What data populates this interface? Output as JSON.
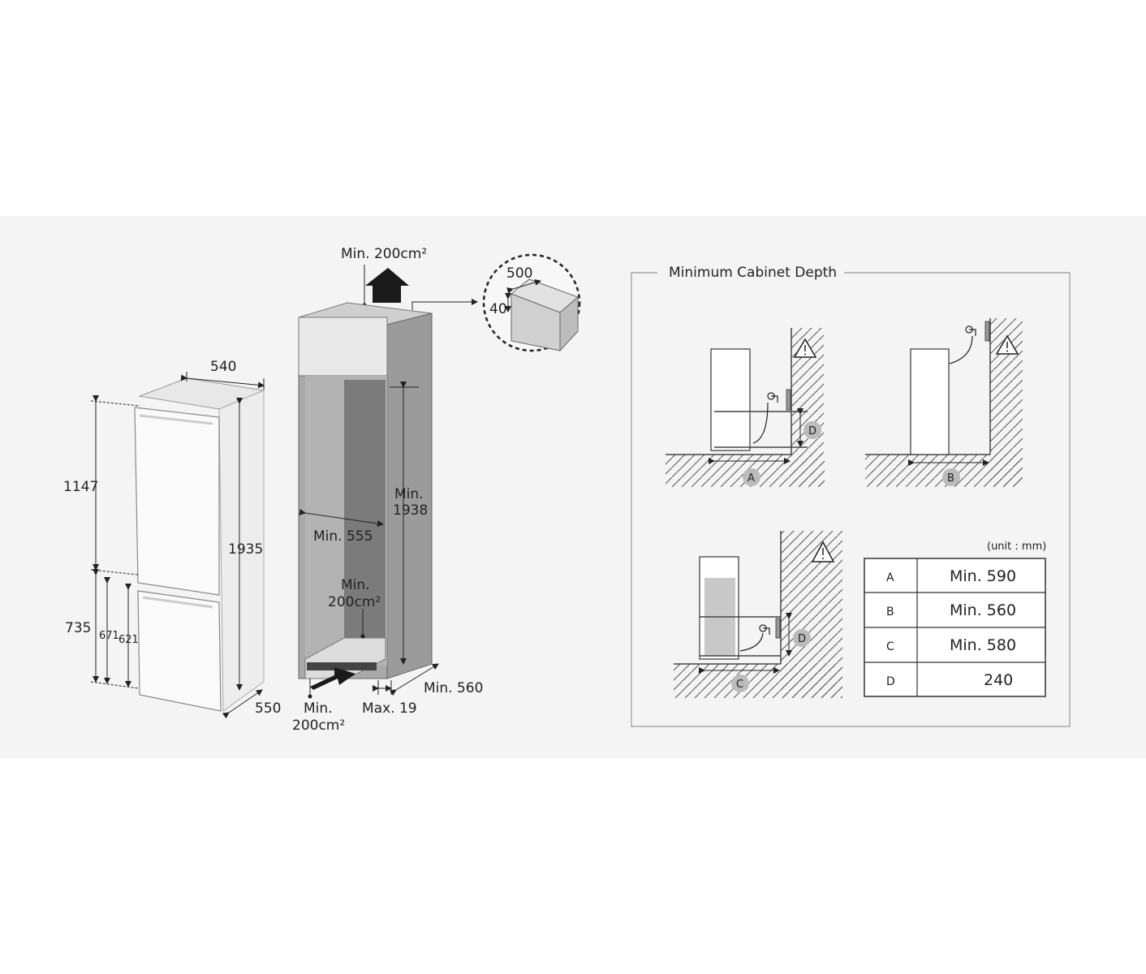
{
  "fridge": {
    "width": "540",
    "depth": "550",
    "height": "1935",
    "upper": "1147",
    "lower": "735",
    "d671": "671",
    "d621": "621"
  },
  "cabinet": {
    "vent_top": "Min. 200cm²",
    "detail_500": "500",
    "detail_40": "40",
    "min_label": "Min.",
    "h1938": "1938",
    "w555": "Min. 555",
    "vent_mid_1": "Min.",
    "vent_mid_2": "200cm²",
    "vent_bot_1": "Min.",
    "vent_bot_2": "200cm²",
    "max19": "Max. 19",
    "min560": "Min. 560"
  },
  "depth_panel": {
    "title": "Minimum Cabinet Depth",
    "letters": [
      "A",
      "B",
      "C",
      "D",
      "D"
    ],
    "unit": "(unit : mm)",
    "rows": [
      {
        "key": "A",
        "value": "Min. 590"
      },
      {
        "key": "B",
        "value": "Min. 560"
      },
      {
        "key": "C",
        "value": "Min. 580"
      },
      {
        "key": "D",
        "value": "240"
      }
    ]
  }
}
